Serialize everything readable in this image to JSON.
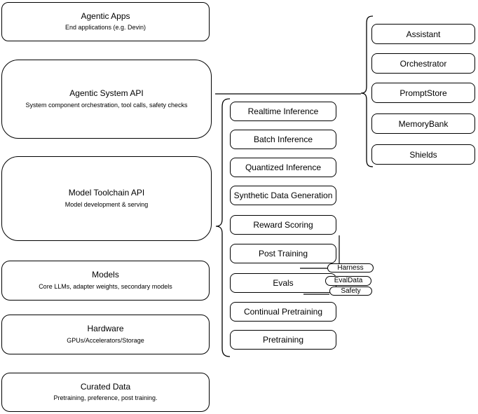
{
  "diagram": {
    "left_stack": [
      {
        "title": "Agentic Apps",
        "subtitle": "End applications (e.g. Devin)"
      },
      {
        "title": "Agentic System API",
        "subtitle": "System component orchestration, tool calls, safety checks"
      },
      {
        "title": "Model Toolchain API",
        "subtitle": "Model development & serving"
      },
      {
        "title": "Models",
        "subtitle": "Core LLMs, adapter weights, secondary models"
      },
      {
        "title": "Hardware",
        "subtitle": "GPUs/Accelerators/Storage"
      },
      {
        "title": "Curated Data",
        "subtitle": "Pretraining, preference, post training."
      }
    ],
    "toolchain_services": [
      "Realtime Inference",
      "Batch Inference",
      "Quantized Inference",
      "Synthetic Data Generation",
      "Reward Scoring",
      "Post Training",
      "Evals",
      "Continual Pretraining",
      "Pretraining"
    ],
    "eval_components": [
      "Harness",
      "EvalData",
      "Safety"
    ],
    "system_components": [
      "Assistant",
      "Orchestrator",
      "PromptStore",
      "MemoryBank",
      "Shields"
    ],
    "colors": {
      "stroke": "#000000",
      "fill": "#ffffff",
      "background": "#ffffff"
    }
  }
}
